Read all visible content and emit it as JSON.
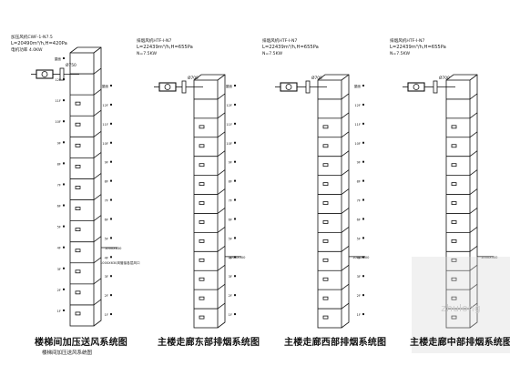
{
  "diagrams": [
    {
      "caption": "楼梯间加压送风系统图",
      "subcaption": "楼梯间加压送风系统图",
      "equip_lines": [
        "加压风机CWF-1-N7.5",
        "L=20490m³/h,H=420Pa",
        "电机功率 4.0KW"
      ],
      "riser_tag": "Ø750",
      "duct_size": "1000X630"
    },
    {
      "caption": "主楼走廊东部排烟系统图",
      "equip_lines": [
        "排烟风机HTF-I-N7",
        "L=22439m³/h,H=655Pa",
        "N=7.5KW"
      ],
      "riser_tag": "Ø700",
      "duct_size": "1000X500"
    },
    {
      "caption": "主楼走廊西部排烟系统图",
      "equip_lines": [
        "排烟风机HTF-I-N7",
        "L=22439m³/h,H=655Pa",
        "N=7.5KW"
      ],
      "riser_tag": "Ø700",
      "duct_size": "1000X500"
    },
    {
      "caption": "主楼走廊中部排烟系统图",
      "equip_lines": [
        "排烟风机HTF-I-N7",
        "L=22439m³/h,H=655Pa",
        "N=7.5KW"
      ],
      "riser_tag": "Ø700",
      "duct_size": "1000X500"
    }
  ],
  "level_labels": [
    "屋面",
    "12F",
    "11F",
    "10F",
    "9F",
    "8F",
    "7F",
    "6F",
    "5F",
    "4F",
    "3F",
    "2F",
    "1F"
  ],
  "annotation": "1000X630风管接各层风口",
  "watermark": "zhulong",
  "colors": {
    "line": "#111111",
    "accent": "#1a1a1a",
    "watermark": "#d7d7d7"
  }
}
